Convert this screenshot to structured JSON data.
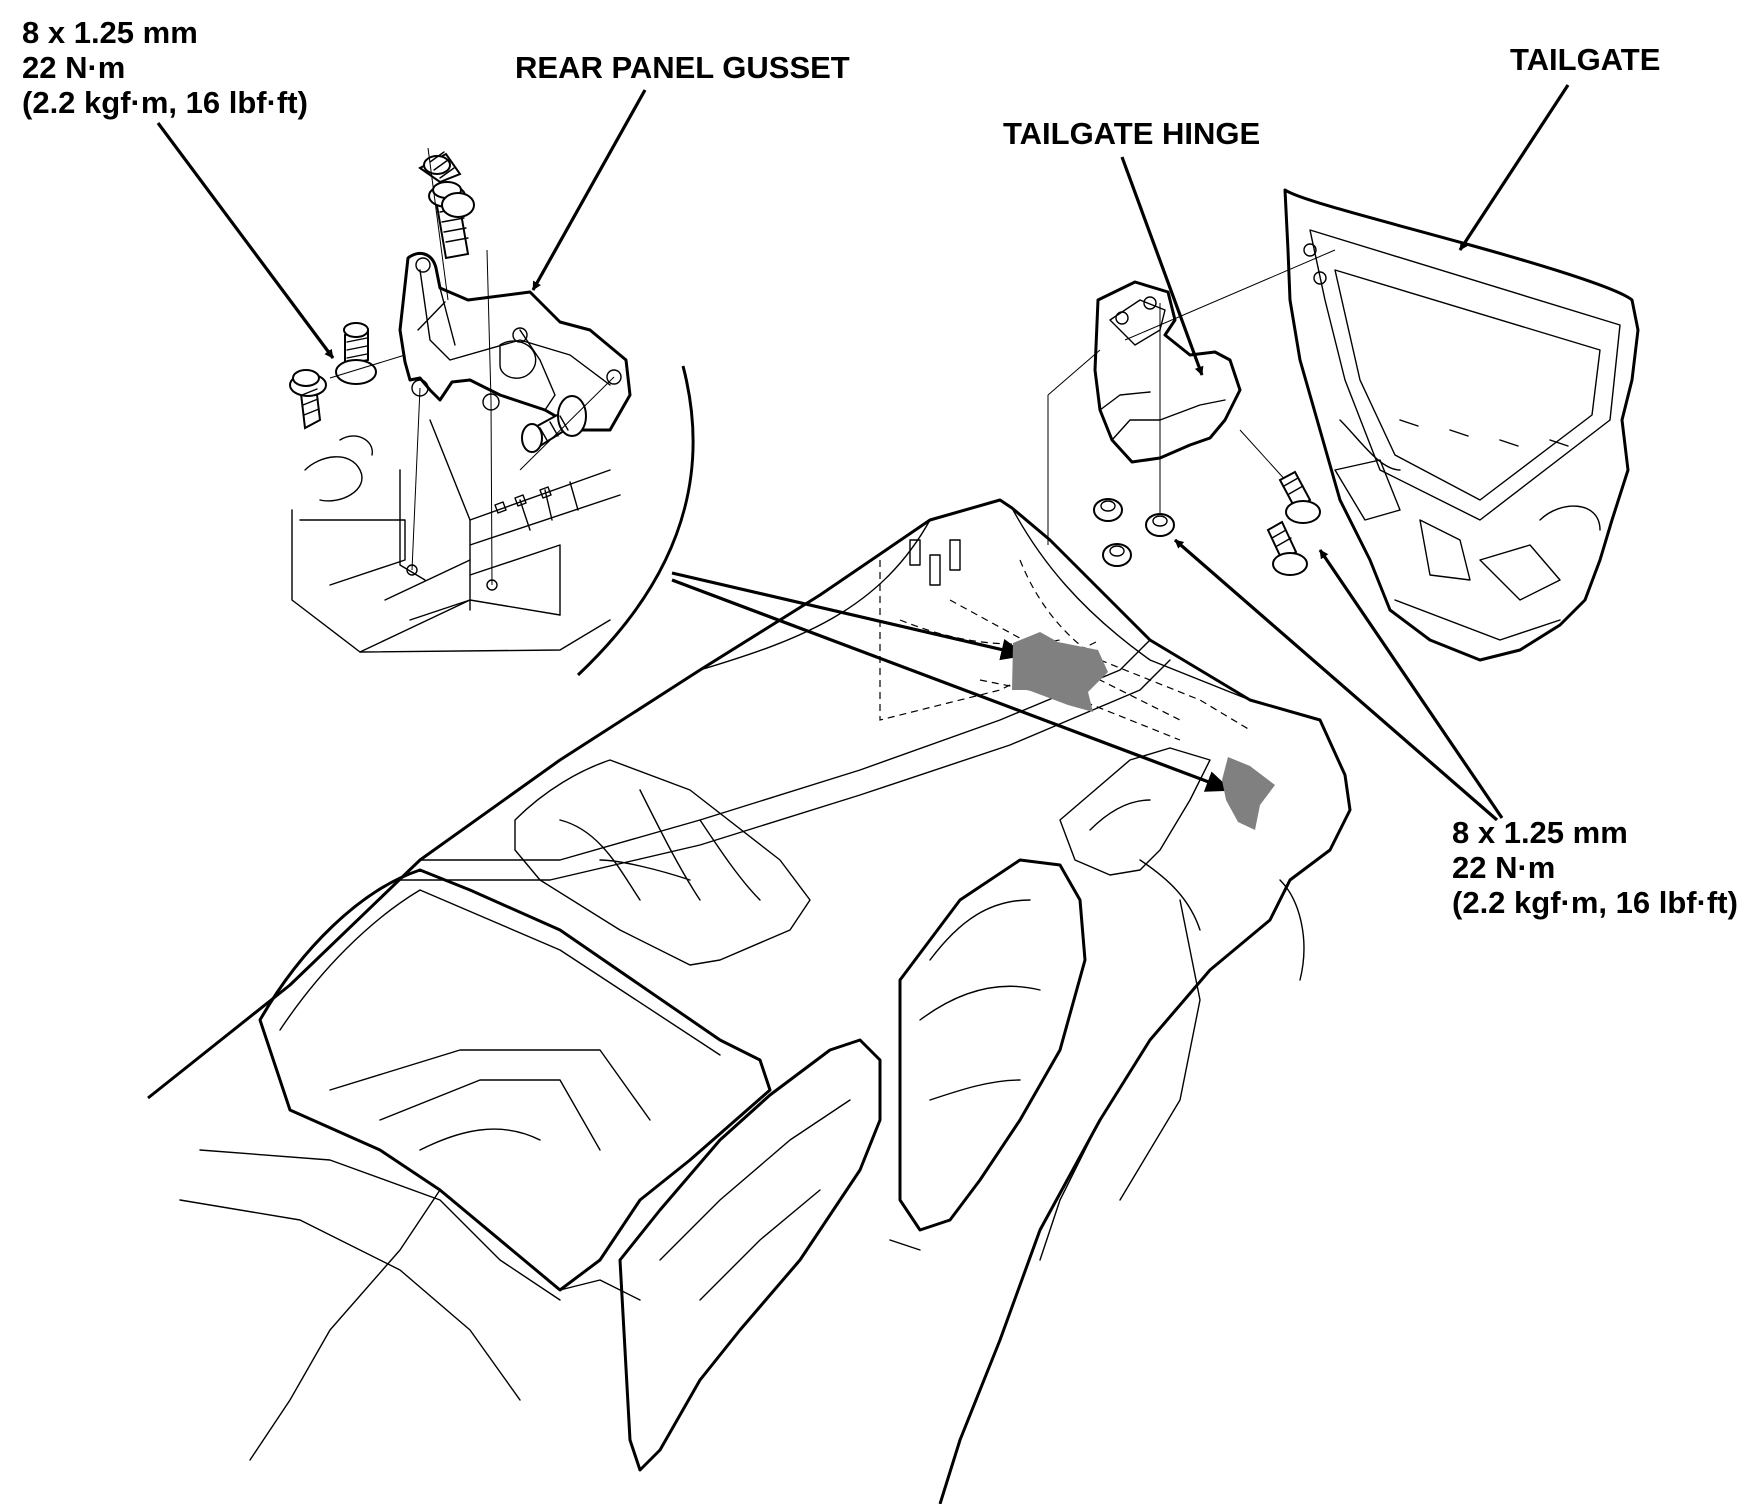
{
  "labels": {
    "bolt_spec_left": {
      "size": "8 x 1.25 mm",
      "torque_nm": "22 N·m",
      "torque_alt": "(2.2 kgf·m, 16 lbf·ft)"
    },
    "rear_panel_gusset": "REAR PANEL GUSSET",
    "tailgate": "TAILGATE",
    "tailgate_hinge": "TAILGATE HINGE",
    "bolt_spec_right": {
      "size": "8 x 1.25 mm",
      "torque_nm": "22 N·m",
      "torque_alt": "(2.2 kgf·m, 16 lbf·ft)"
    }
  },
  "colors": {
    "line": "#000000",
    "highlight": "#808080",
    "background": "#ffffff"
  }
}
